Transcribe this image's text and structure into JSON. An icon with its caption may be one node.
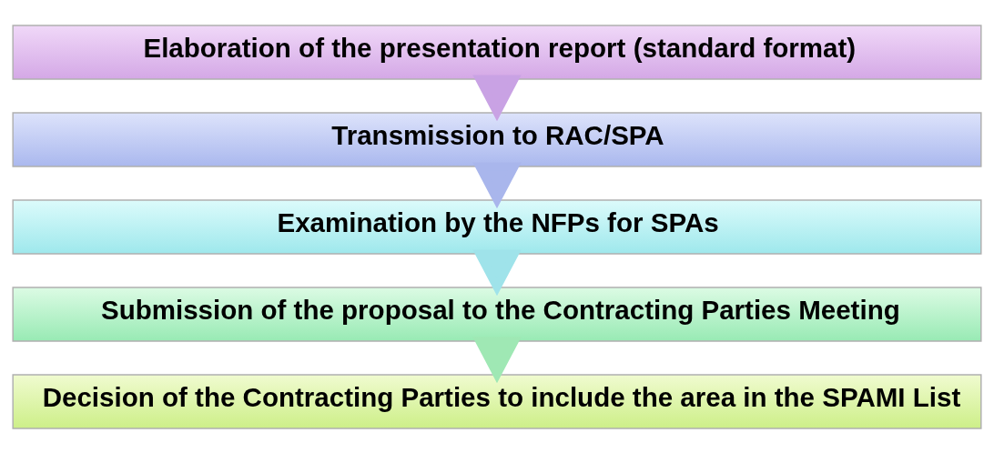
{
  "diagram": {
    "nodes": [
      {
        "text": [
          "Elaboration of the presentation report (standard format)"
        ]
      },
      {
        "text": [
          "Transmission to RAC/SPA"
        ]
      },
      {
        "text": [
          "Examination by the NFPs for SPAs"
        ]
      },
      {
        "text": [
          "Submission of the proposal to the Contracting Parties Meeting"
        ]
      },
      {
        "text": [
          "Decision of the Contracting Parties to include the area in the SPAMI List"
        ]
      }
    ],
    "edges": [
      {
        "from": 0,
        "to": 1,
        "arrow": "to"
      },
      {
        "from": 1,
        "to": 2,
        "arrow": "to"
      },
      {
        "from": 2,
        "to": 3,
        "arrow": "to"
      },
      {
        "from": 3,
        "to": 4,
        "arrow": "to"
      }
    ]
  }
}
